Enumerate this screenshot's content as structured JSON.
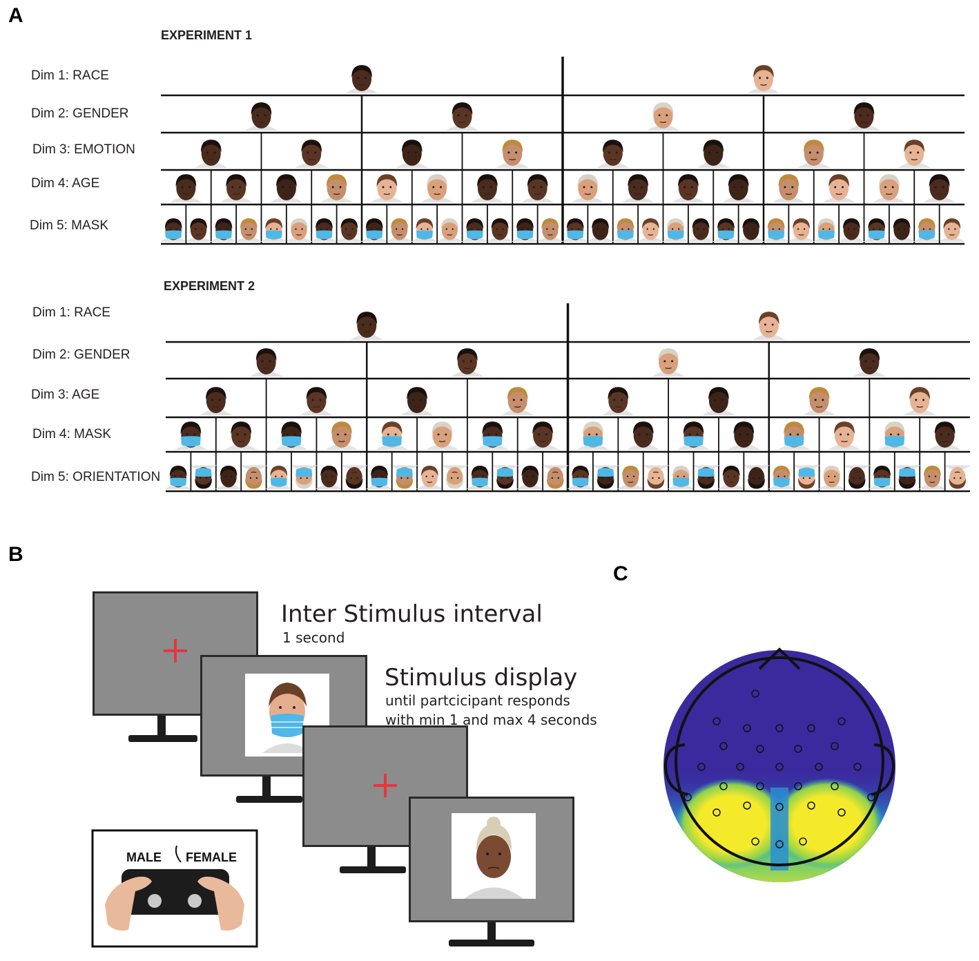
{
  "panels": {
    "a": "A",
    "b": "B",
    "c": "C"
  },
  "experiment1": {
    "title": "EXPERIMENT 1",
    "dims": [
      "Dim 1: RACE",
      "Dim 2: GENDER",
      "Dim 3: EMOTION",
      "Dim 4: AGE",
      "Dim 5: MASK"
    ]
  },
  "experiment2": {
    "title": "EXPERIMENT 2",
    "dims": [
      "Dim 1: RACE",
      "Dim 2: GENDER",
      "Dim 3: AGE",
      "Dim 4: MASK",
      "Dim 5: ORIENTATION"
    ]
  },
  "trial": {
    "isi_title": "Inter Stimulus interval",
    "isi_sub": "1 second",
    "stim_title": "Stimulus display",
    "stim_sub1": "until partcicipant responds",
    "stim_sub2": "with min 1 and max 4 seconds",
    "gamepad_left": "MALE",
    "gamepad_right": "FEMALE"
  },
  "colors": {
    "line": "#111111",
    "screen": "#8c8c8c",
    "fixation": "#e8343f",
    "mask": "#4fb8e6",
    "topo_low": "#3a2a9e",
    "topo_high": "#f4ea2a"
  }
}
